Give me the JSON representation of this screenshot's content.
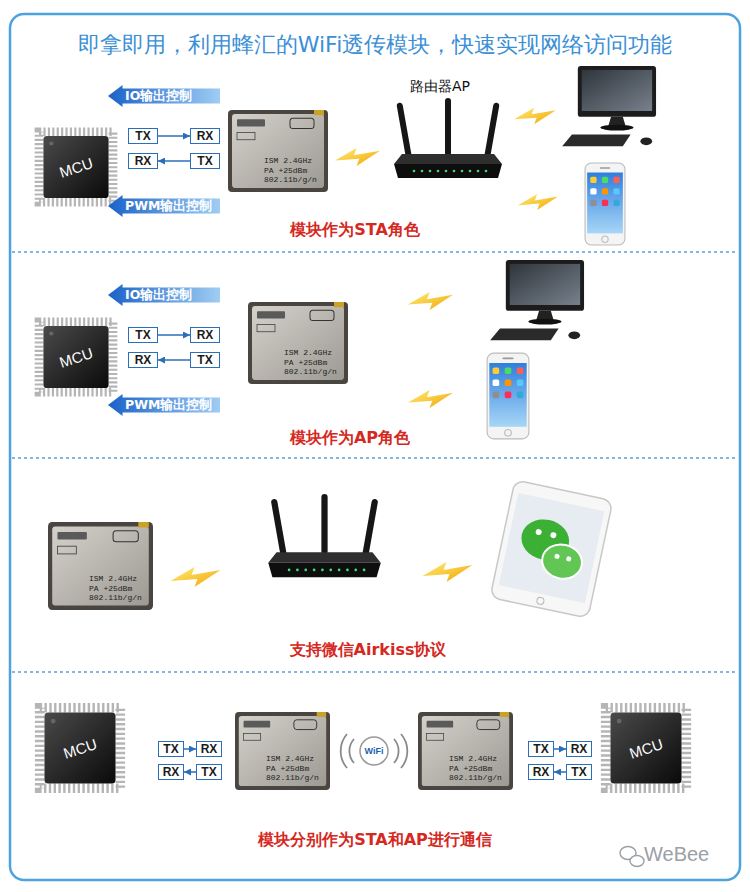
{
  "diagram": {
    "title": "即拿即用，利用蜂汇的WiFi透传模块，快速实现网络访问功能",
    "nodes": [
      {
        "text": [
          "IO输出控制"
        ]
      },
      {
        "text": [
          "MCU"
        ]
      },
      {
        "text": [
          "TX"
        ]
      },
      {
        "text": [
          "RX"
        ]
      },
      {
        "text": [
          "RX"
        ]
      },
      {
        "text": [
          "TX"
        ]
      },
      {
        "text": [
          "PWM输出控制"
        ]
      },
      {
        "text": [
          "ISM 2.4GHz PA +25dBm 802.11b/g/n"
        ]
      },
      {
        "text": [
          "IO输出控制"
        ]
      },
      {
        "text": [
          "MCU"
        ]
      },
      {
        "text": [
          "TX"
        ]
      },
      {
        "text": [
          "RX"
        ]
      },
      {
        "text": [
          "RX"
        ]
      },
      {
        "text": [
          "TX"
        ]
      },
      {
        "text": [
          "PWM输出控制"
        ]
      },
      {
        "text": [
          "ISM 2.4GHz PA +25dBm 802.11b/g/n"
        ]
      },
      {
        "text": [
          "ISM 2.4GHz PA +25dBm 802.11b/g/n"
        ]
      },
      {
        "text": [
          "MCU"
        ]
      },
      {
        "text": [
          "TX"
        ]
      },
      {
        "text": [
          "RX"
        ]
      },
      {
        "text": [
          "RX"
        ]
      },
      {
        "text": [
          "TX"
        ]
      },
      {
        "text": [
          "ISM 2.4GHz PA +25dBm 802.11b/g/n"
        ]
      },
      {
        "text": [
          "ISM 2.4GHz PA +25dBm 802.11b/g/n"
        ]
      },
      {
        "text": [
          "TX"
        ]
      },
      {
        "text": [
          "RX"
        ]
      },
      {
        "text": [
          "RX"
        ]
      },
      {
        "text": [
          "TX"
        ]
      },
      {
        "text": [
          "MCU"
        ]
      }
    ],
    "edges": [
      {
        "from": 2,
        "to": 3,
        "arrow": "to"
      },
      {
        "from": 5,
        "to": 4,
        "arrow": "to"
      },
      {
        "from": 10,
        "to": 11,
        "arrow": "to"
      },
      {
        "from": 13,
        "to": 12,
        "arrow": "to"
      },
      {
        "from": 18,
        "to": 19,
        "arrow": "to"
      },
      {
        "from": 21,
        "to": 20,
        "arrow": "to"
      },
      {
        "from": 24,
        "to": 25,
        "arrow": "to"
      },
      {
        "from": 27,
        "to": 26,
        "arrow": "to"
      }
    ],
    "labels": [
      "路由器AP",
      "模块作为STA角色",
      "模块作为AP角色",
      "支持微信Airkiss协议",
      "WiFi",
      "模块分别作为STA和AP进行通信",
      "WeBee"
    ]
  }
}
